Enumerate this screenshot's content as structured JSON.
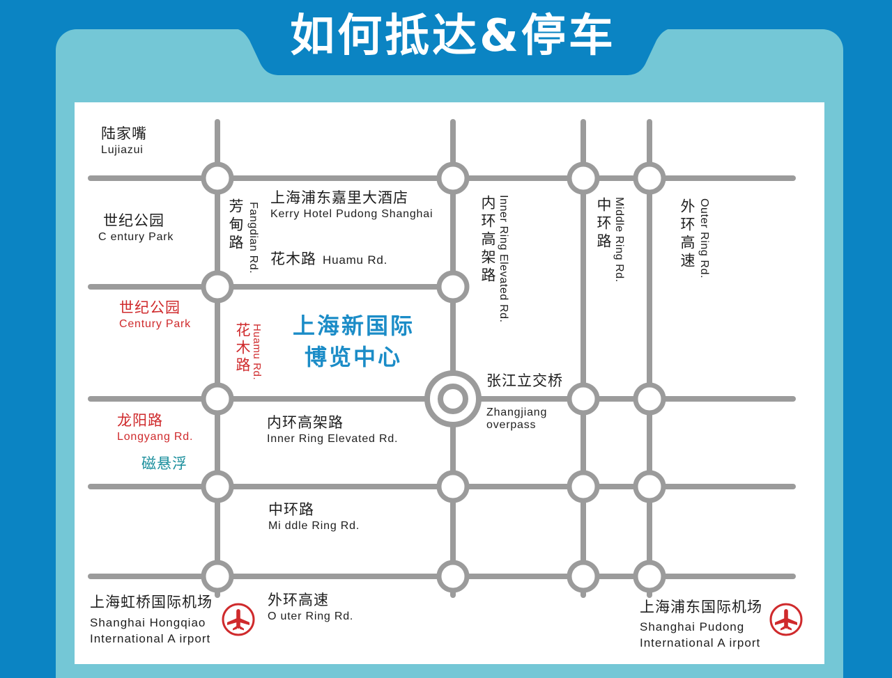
{
  "title": "如何抵达&停车",
  "colors": {
    "background": "#0b84c3",
    "panel": "#74c7d6",
    "road": "#9b9b9b",
    "accent_red": "#cf2a2c",
    "venue_blue": "#1b8cc7",
    "maglev_teal": "#178d9b"
  },
  "map": {
    "places": {
      "lujiazui": {
        "zh": "陆家嘴",
        "en": "Lujiazui"
      },
      "century_park_north": {
        "zh": "世纪公园",
        "en": "C entury Park"
      },
      "kerry_hotel": {
        "zh": "上海浦东嘉里大酒店",
        "en": "Kerry Hotel Pudong Shanghai"
      },
      "century_park_station": {
        "zh": "世纪公园",
        "en": "Century Park"
      },
      "venue": {
        "line1": "上海新国际",
        "line2": "博览中心"
      },
      "zhangjiang_overpass": {
        "zh": "张江立交桥",
        "en_line1": "Zhangjiang",
        "en_line2": "overpass"
      },
      "longyang_station": {
        "zh": "龙阳路",
        "en": "Longyang Rd."
      },
      "maglev": {
        "zh": "磁悬浮"
      },
      "hongqiao_airport": {
        "zh": "上海虹桥国际机场",
        "en_line1": "Shanghai Hongqiao",
        "en_line2": "International A irport",
        "icon": "airplane-icon"
      },
      "pudong_airport": {
        "zh": "上海浦东国际机场",
        "en_line1": "Shanghai Pudong",
        "en_line2": "International A irport",
        "icon": "airplane-icon"
      }
    },
    "roads": {
      "fangdian": {
        "zh": "芳甸路",
        "en": "Fangdian Rd."
      },
      "huamu_horizontal": {
        "zh": "花木路",
        "en": "Huamu Rd."
      },
      "huamu_vertical": {
        "zh": "花木路",
        "en": "Huamu Rd."
      },
      "inner_ring_vertical": {
        "zh": "内环高架路",
        "en": "Inner Ring Elevated Rd."
      },
      "middle_ring_vertical": {
        "zh": "中环路",
        "en": "Middle Ring Rd."
      },
      "outer_ring_vertical": {
        "zh": "外环高速",
        "en": "Outer Ring Rd."
      },
      "inner_ring_horizontal": {
        "zh": "内环高架路",
        "en": "Inner Ring Elevated Rd."
      },
      "middle_ring_horizontal": {
        "zh": "中环路",
        "en": "Mi ddle Ring Rd."
      },
      "outer_ring_horizontal": {
        "zh": "外环高速",
        "en": "O uter Ring Rd."
      }
    }
  }
}
